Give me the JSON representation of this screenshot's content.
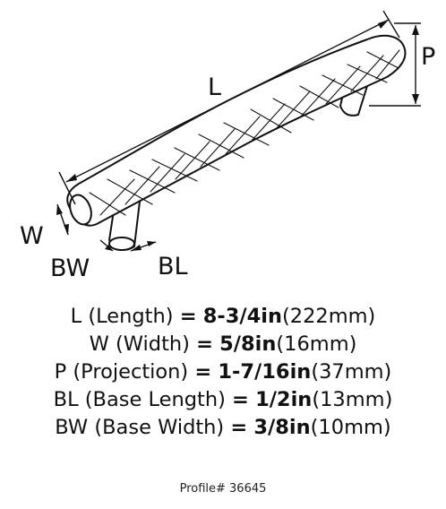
{
  "labels": {
    "length": "L",
    "projection": "P",
    "width": "W",
    "base_width": "BW",
    "base_length": "BL"
  },
  "specs": [
    {
      "abbr": "L",
      "name": "(Length)",
      "eq": "=",
      "value": "8-3/4in",
      "metric": "(222mm)"
    },
    {
      "abbr": "W",
      "name": "(Width)",
      "eq": "=",
      "value": "5/8in",
      "metric": "(16mm)"
    },
    {
      "abbr": "P",
      "name": "(Projection)",
      "eq": "=",
      "value": "1-7/16in",
      "metric": "(37mm)"
    },
    {
      "abbr": "BL",
      "name": "(Base Length)",
      "eq": "=",
      "value": "1/2in",
      "metric": "(13mm)"
    },
    {
      "abbr": "BW",
      "name": "(Base Width)",
      "eq": "=",
      "value": "3/8in",
      "metric": "(10mm)"
    }
  ],
  "profile": "Profile# 36645",
  "colors": {
    "line": "#111111",
    "background": "#ffffff"
  }
}
